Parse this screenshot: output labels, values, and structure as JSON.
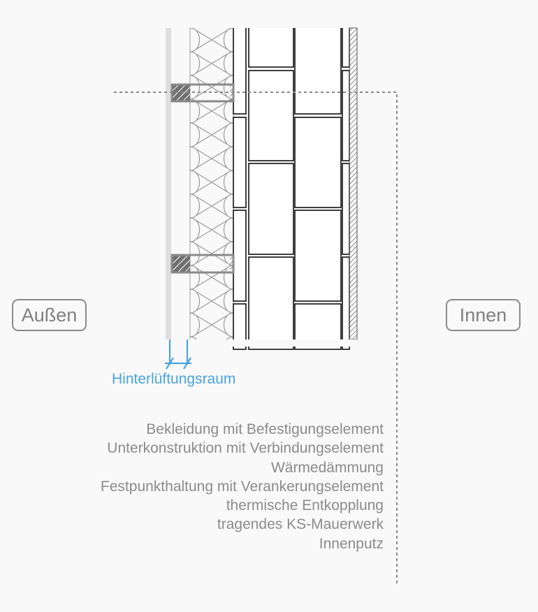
{
  "labels": {
    "outside": "Außen",
    "inside": "Innen",
    "air_gap": "Hinterlüftungsraum"
  },
  "legend": [
    "Bekleidung mit Befestigungselement",
    "Unterkonstruktion mit Verbindungselement",
    "Wärmedämmung",
    "Festpunkthaltung mit Verankerungselement",
    "thermische Entkopplung",
    "tragendes KS-Mauerwerk",
    "Innenputz"
  ],
  "colors": {
    "text": "#8b8b8b",
    "accent": "#4aa3e0",
    "cladding": "#dddddd",
    "bracket": "#8a8a8a"
  }
}
